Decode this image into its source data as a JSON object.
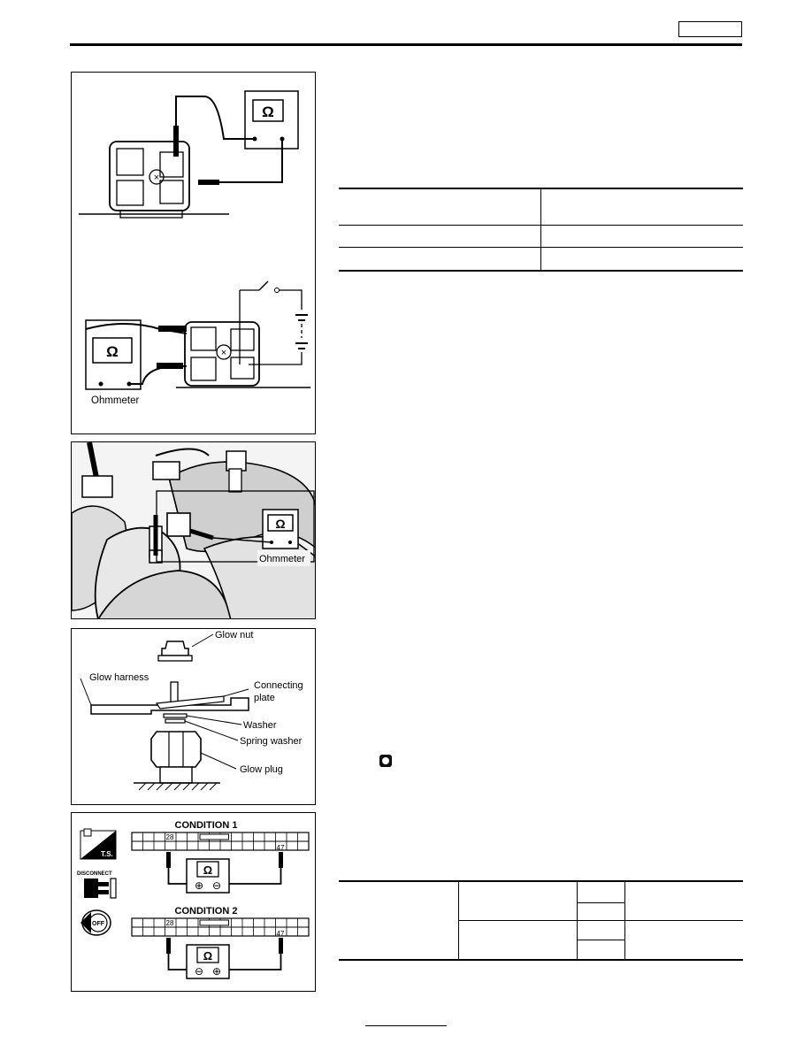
{
  "figure1": {
    "ohm_symbol": "Ω",
    "ohmmeter_label": "Ohmmeter"
  },
  "figure2": {
    "ohm_symbol": "Ω",
    "ohmmeter_label": "Ohmmeter"
  },
  "figure3": {
    "labels": {
      "glow_nut": "Glow nut",
      "glow_harness": "Glow harness",
      "connecting_plate_1": "Connecting",
      "connecting_plate_2": "plate",
      "washer": "Washer",
      "spring_washer": "Spring washer",
      "glow_plug": "Glow plug"
    }
  },
  "figure4": {
    "condition1": "CONDITION 1",
    "condition2": "CONDITION 2",
    "pin_a": "28",
    "pin_b": "47",
    "ts_icon_label": "T.S.",
    "disconnect_label": "DISCONNECT",
    "off_label": "OFF",
    "ohm_symbol": "Ω",
    "plus": "⊕",
    "minus": "⊖"
  },
  "icons": [
    "ohmmeter-icon",
    "tool-icon",
    "ts-icon",
    "disconnect-icon",
    "ignition-off-icon"
  ]
}
